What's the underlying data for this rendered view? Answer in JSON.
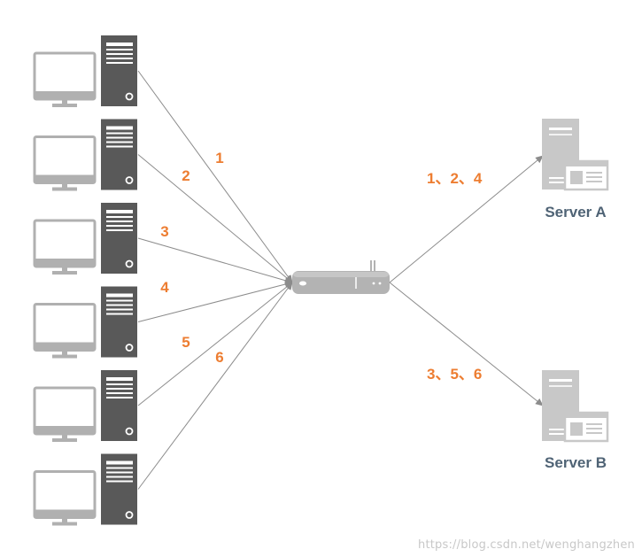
{
  "colors": {
    "label": "#ed7d31",
    "server_label": "#4f6375",
    "monitor": "#b0b0b0",
    "tower": "#595959",
    "router": "#b3b3b3",
    "server_body": "#c8c8c8",
    "line": "#8c8c8c"
  },
  "clients": [
    {
      "id": 1,
      "label": "1"
    },
    {
      "id": 2,
      "label": "2"
    },
    {
      "id": 3,
      "label": "3"
    },
    {
      "id": 4,
      "label": "4"
    },
    {
      "id": 5,
      "label": "5"
    },
    {
      "id": 6,
      "label": "6"
    }
  ],
  "load_balancer": {
    "icon": "router-icon"
  },
  "servers": [
    {
      "name": "Server A",
      "connections_label": "1、2、4",
      "icon": "server-icon"
    },
    {
      "name": "Server B",
      "connections_label": "3、5、6",
      "icon": "server-icon"
    }
  ],
  "watermark": "https://blog.csdn.net/wenghangzhen"
}
